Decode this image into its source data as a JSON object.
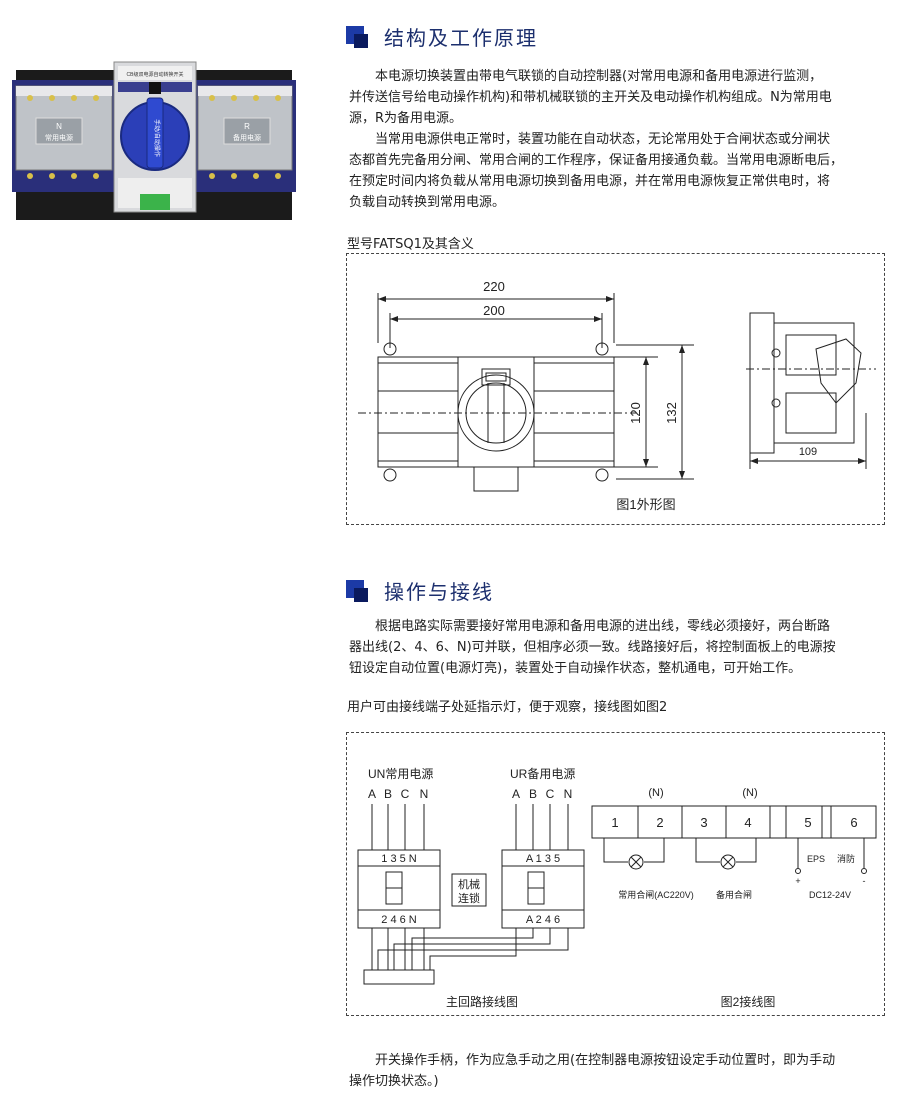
{
  "section1": {
    "title": "结构及工作原理",
    "para1_line1": "本电源切换装置由带电气联锁的自动控制器(对常用电源和备用电源进行监测，",
    "para1_line2": "并传送信号给电动操作机构)和带机械联锁的主开关及电动操作机构组成。N为常用电",
    "para1_line3": "源，R为备用电源。",
    "para2_line1": "当常用电源供电正常时，装置功能在自动状态，无论常用处于合闸状态或分闸状",
    "para2_line2": "态都首先完备用分闸、常用合闸的工作程序，保证备用接通负载。当常用电源断电后，",
    "para2_line3": "在预定时间内将负载从常用电源切换到备用电源，并在常用电源恢复正常供电时，将",
    "para2_line4": "负载自动转换到常用电源。",
    "model_label": "型号FATSQ1及其含义"
  },
  "product_photo": {
    "left_label_letter": "N",
    "left_label": "常用电源",
    "right_label_letter": "R",
    "right_label": "备用电源",
    "top_label": "CB级双电源自动转换开关",
    "handle_text": "手动/自动操作"
  },
  "figure1": {
    "dim_220": "220",
    "dim_200": "200",
    "dim_120": "120",
    "dim_132": "132",
    "dim_109": "109",
    "caption": "图1外形图"
  },
  "section2": {
    "title": "操作与接线",
    "para1_line1": "根据电路实际需要接好常用电源和备用电源的进出线，零线必须接好，两台断路",
    "para1_line2": "器出线(2、4、6、N)可并联，但相序必须一致。线路接好后，将控制面板上的电源按",
    "para1_line3": "钮设定自动位置(电源灯亮)，装置处于自动操作状态，整机通电，可开始工作。",
    "para2": "用户可由接线端子处延指示灯，便于观察，接线图如图2"
  },
  "figure2": {
    "un_label": "UN常用电源",
    "ur_label": "UR备用电源",
    "phase_a": "A",
    "phase_b": "B",
    "phase_c": "C",
    "phase_n": "N",
    "left_top_terms": "1 3 5 N",
    "left_bottom_terms": "2 4 6 N",
    "right_top_terms": "A 1 3 5",
    "right_bottom_terms": "A 2 4 6",
    "interlock_line1": "机械",
    "interlock_line2": "连锁",
    "term1": "1",
    "term2": "2",
    "term3": "3",
    "term4": "4",
    "term5": "5",
    "term6": "6",
    "n_mark1": "(N)",
    "n_mark2": "(N)",
    "lamp_label1": "常用合闸(AC220V)",
    "lamp_label2": "备用合闸",
    "eps_label": "EPS",
    "fire_label": "消防",
    "plus": "+",
    "minus": "-",
    "dc_label": "DC12-24V",
    "caption_main": "主回路接线图",
    "caption_fig": "图2接线图"
  },
  "footer": {
    "line1": "开关操作手柄，作为应急手动之用(在控制器电源按钮设定手动位置时，即为手动",
    "line2": "操作切换状态。)"
  }
}
